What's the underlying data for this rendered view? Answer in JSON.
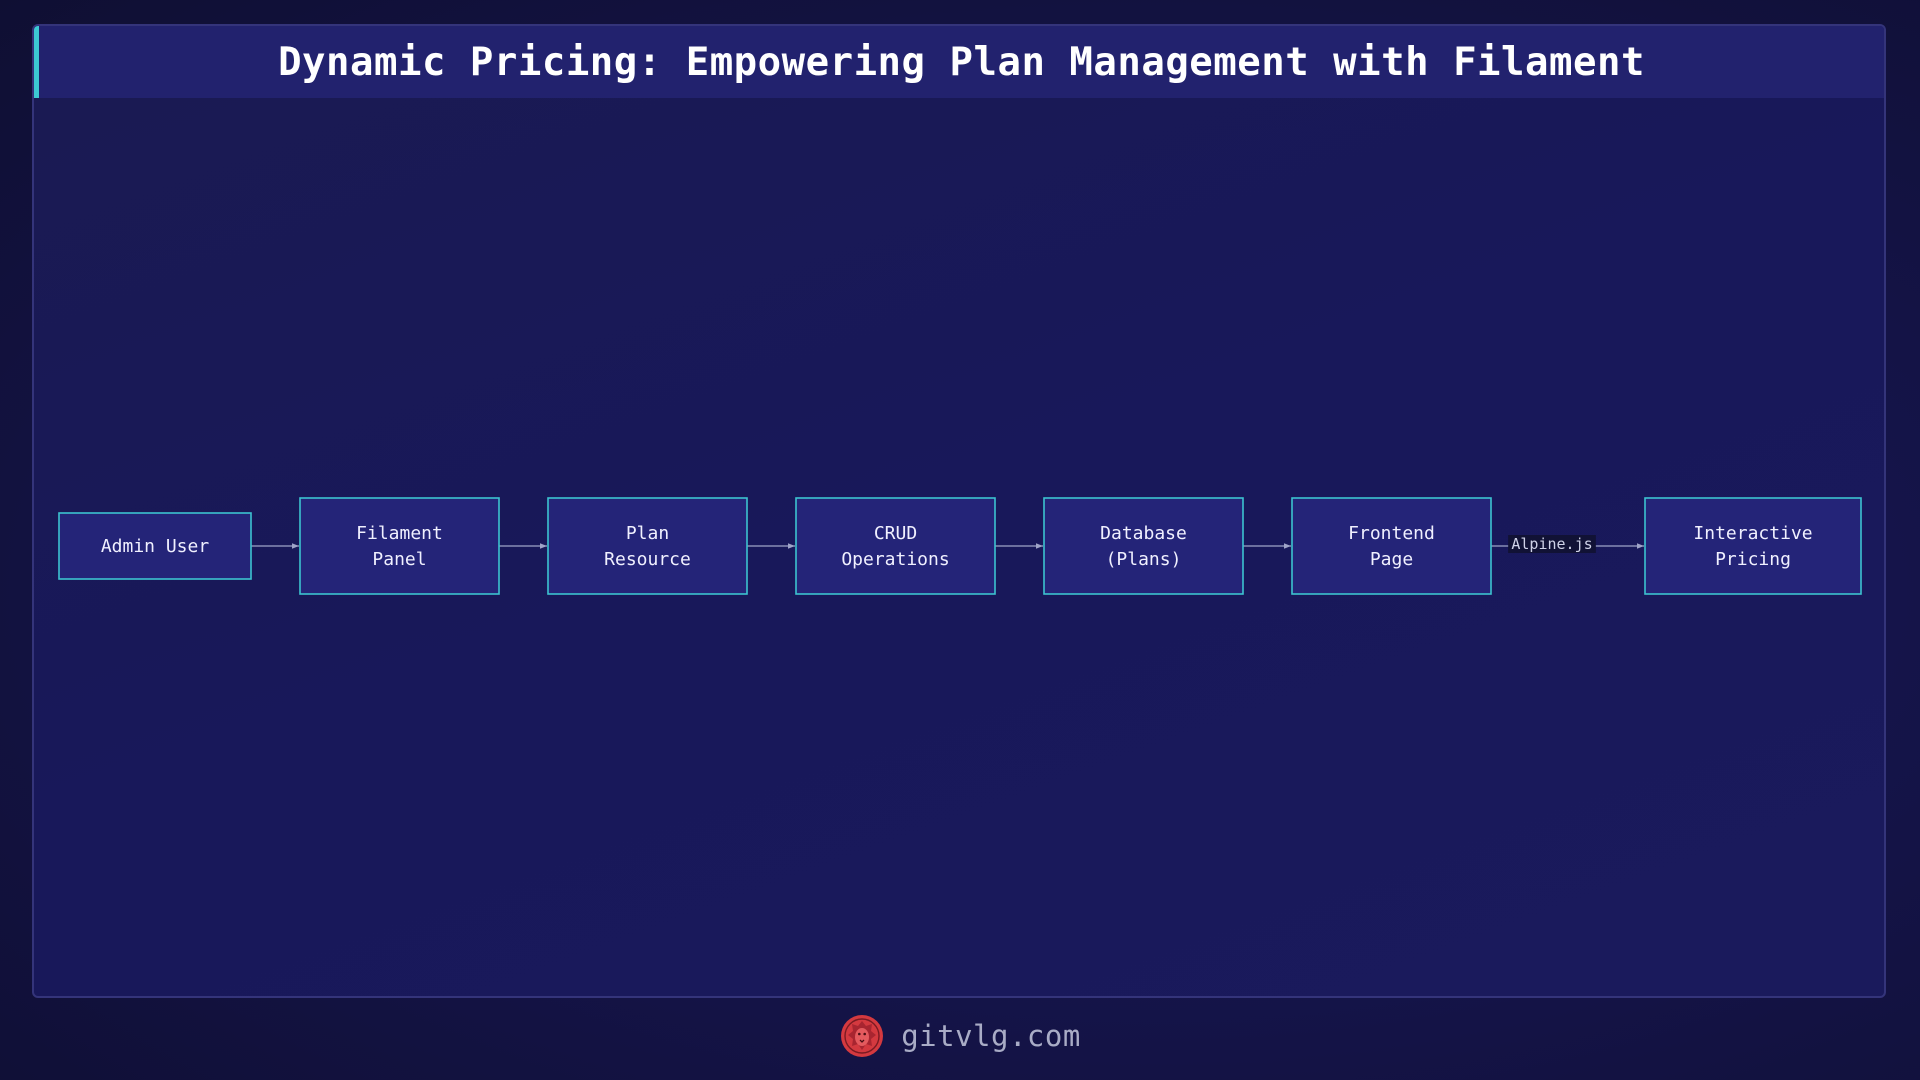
{
  "title": "Dynamic Pricing: Empowering Plan Management with Filament",
  "diagram": {
    "nodes": [
      {
        "id": "admin",
        "lines": [
          "Admin User"
        ]
      },
      {
        "id": "filament",
        "lines": [
          "Filament",
          "Panel"
        ]
      },
      {
        "id": "plan",
        "lines": [
          "Plan",
          "Resource"
        ]
      },
      {
        "id": "crud",
        "lines": [
          "CRUD",
          "Operations"
        ]
      },
      {
        "id": "db",
        "lines": [
          "Database",
          "(Plans)"
        ]
      },
      {
        "id": "frontend",
        "lines": [
          "Frontend",
          "Page"
        ]
      },
      {
        "id": "pricing",
        "lines": [
          "Interactive",
          "Pricing"
        ]
      }
    ],
    "edges": [
      {
        "from": "admin",
        "to": "filament",
        "label": ""
      },
      {
        "from": "filament",
        "to": "plan",
        "label": ""
      },
      {
        "from": "plan",
        "to": "crud",
        "label": ""
      },
      {
        "from": "crud",
        "to": "db",
        "label": ""
      },
      {
        "from": "db",
        "to": "frontend",
        "label": ""
      },
      {
        "from": "frontend",
        "to": "pricing",
        "label": "Alpine.js"
      }
    ]
  },
  "footer": {
    "site": "gitvlg.com",
    "logo_icon": "lion-head-icon"
  },
  "colors": {
    "node_fill": "#242478",
    "node_border": "#3cc3d0",
    "accent": "#3ccad3",
    "logo": "#d4393f"
  }
}
